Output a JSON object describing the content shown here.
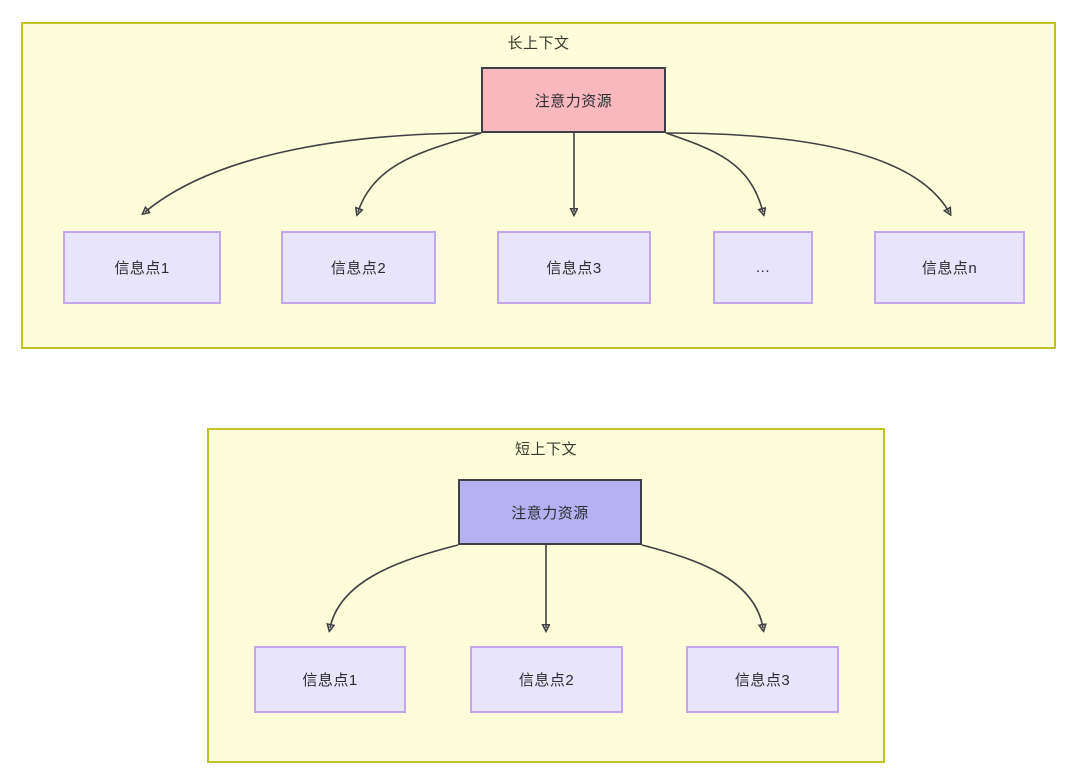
{
  "diagram": {
    "title_hidden": "",
    "colors": {
      "panel_fill": "#FDFDD9",
      "panel_border": "#C2C227",
      "root_long_fill": "#F8B8BE",
      "root_short_fill": "#B4B2F2",
      "root_border": "#3F3F46",
      "leaf_fill": "#E7E4FB",
      "leaf_border": "#C3A6EC",
      "edge_stroke": "#3F3F46",
      "text": "#2B2B30"
    },
    "panels": [
      {
        "id": "long-context",
        "title": "长上下文",
        "root": {
          "label": "注意力资源"
        },
        "leaves": [
          {
            "label": "信息点1"
          },
          {
            "label": "信息点2"
          },
          {
            "label": "信息点3"
          },
          {
            "label": "..."
          },
          {
            "label": "信息点n"
          }
        ]
      },
      {
        "id": "short-context",
        "title": "短上下文",
        "root": {
          "label": "注意力资源"
        },
        "leaves": [
          {
            "label": "信息点1"
          },
          {
            "label": "信息点2"
          },
          {
            "label": "信息点3"
          }
        ]
      }
    ]
  }
}
